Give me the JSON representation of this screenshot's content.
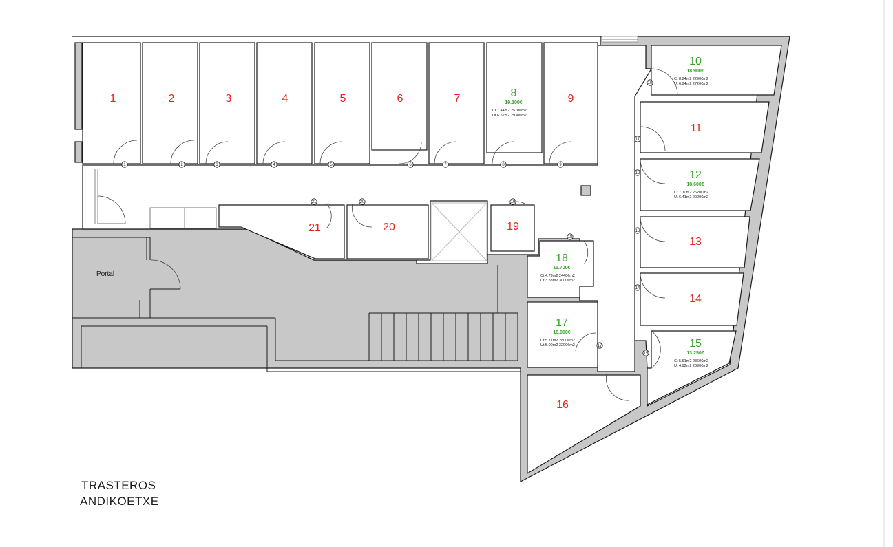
{
  "title": {
    "line1": "TRASTEROS",
    "line2": "ANDIKOETXE"
  },
  "portal_label": "Portal",
  "colors": {
    "available": "#3aa12b",
    "unavailable": "#e8231c",
    "wall": "#c8c8c8"
  },
  "rooms": [
    {
      "id": "1",
      "status": "unavailable"
    },
    {
      "id": "2",
      "status": "unavailable"
    },
    {
      "id": "3",
      "status": "unavailable"
    },
    {
      "id": "4",
      "status": "unavailable"
    },
    {
      "id": "5",
      "status": "unavailable"
    },
    {
      "id": "6",
      "status": "unavailable"
    },
    {
      "id": "7",
      "status": "unavailable"
    },
    {
      "id": "8",
      "status": "available",
      "price": "19.100€",
      "ct": "Ct  7.44m2    2570€m2",
      "ut": "Ut  6.52m2    2930€m2"
    },
    {
      "id": "9",
      "status": "unavailable"
    },
    {
      "id": "10",
      "status": "available",
      "price": "18.900€",
      "ct": "Ct  8.24m2    2290€m2",
      "ut": "Ut  6.94m2    2720€m2"
    },
    {
      "id": "11",
      "status": "unavailable"
    },
    {
      "id": "12",
      "status": "available",
      "price": "18.600€",
      "ct": "Ct  7.10m2    2620€m2",
      "ut": "Ut  6.41m2    2900€m2"
    },
    {
      "id": "13",
      "status": "unavailable"
    },
    {
      "id": "14",
      "status": "unavailable"
    },
    {
      "id": "15",
      "status": "available",
      "price": "13.250€",
      "ct": "Ct  5.61m2    2360€m2",
      "ut": "Ut  4.92m2    2690€m2"
    },
    {
      "id": "16",
      "status": "unavailable"
    },
    {
      "id": "17",
      "status": "available",
      "price": "16.000€",
      "ct": "Ct  5.71m2    2800€m2",
      "ut": "Ut  5.00m2    3200€m2"
    },
    {
      "id": "18",
      "status": "available",
      "price": "11.700€",
      "ct": "Ct  4.79m2    2440€m2",
      "ut": "Ut  3.88m2    3000€m2"
    },
    {
      "id": "19",
      "status": "unavailable"
    },
    {
      "id": "20",
      "status": "unavailable"
    },
    {
      "id": "21",
      "status": "unavailable"
    }
  ],
  "door_tags": [
    "1",
    "2",
    "3",
    "4",
    "5",
    "6",
    "7",
    "8",
    "9",
    "10",
    "11",
    "12",
    "13",
    "14",
    "15",
    "17",
    "18",
    "19",
    "20",
    "21"
  ]
}
